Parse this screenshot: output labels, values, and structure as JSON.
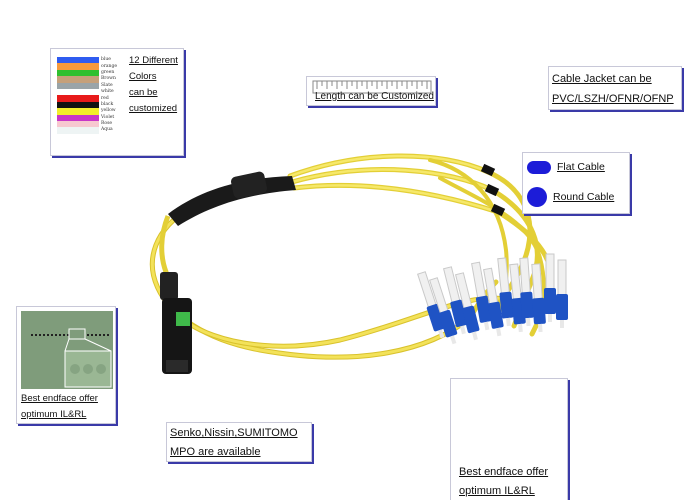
{
  "colors_callout": {
    "swatches": [
      {
        "name": "blue",
        "color": "#2f5cf0"
      },
      {
        "name": "orange",
        "color": "#f79a3b"
      },
      {
        "name": "green",
        "color": "#2fc02f"
      },
      {
        "name": "Brown",
        "color": "#c5a07a"
      },
      {
        "name": "Slate",
        "color": "#9aa4a8"
      },
      {
        "name": "white",
        "color": "#ffffff"
      },
      {
        "name": "red",
        "color": "#e81a1a"
      },
      {
        "name": "black",
        "color": "#111111"
      },
      {
        "name": "yellow",
        "color": "#f2ee2a"
      },
      {
        "name": "Violet",
        "color": "#c836c8"
      },
      {
        "name": "Rose",
        "color": "#f7c8d0"
      },
      {
        "name": "Aqua",
        "color": "#eef4f4"
      }
    ],
    "lines": [
      "12 Different",
      "Colors",
      "can be",
      "customized"
    ]
  },
  "length_callout": {
    "text": "Length can be Customized"
  },
  "jacket_callout": {
    "lines": [
      "Cable Jacket can be",
      "PVC/LSZH/OFNR/OFNP"
    ]
  },
  "type_callout": {
    "flat": "Flat Cable",
    "round": "Round Cable"
  },
  "endface_left": {
    "lines": [
      "Best endface offer",
      "optimum IL&RL"
    ]
  },
  "brands_callout": {
    "lines": [
      "Senko,Nissin,SUMITOMO",
      "MPO are available"
    ]
  },
  "endface_right": {
    "lines": [
      "Best endface offer",
      "optimum IL&RL"
    ]
  },
  "colors": {
    "cable": "#f2df3c",
    "connector_blue": "#1f53c4",
    "boot": "#1a1a1a",
    "accent": "#1c1cd8"
  }
}
